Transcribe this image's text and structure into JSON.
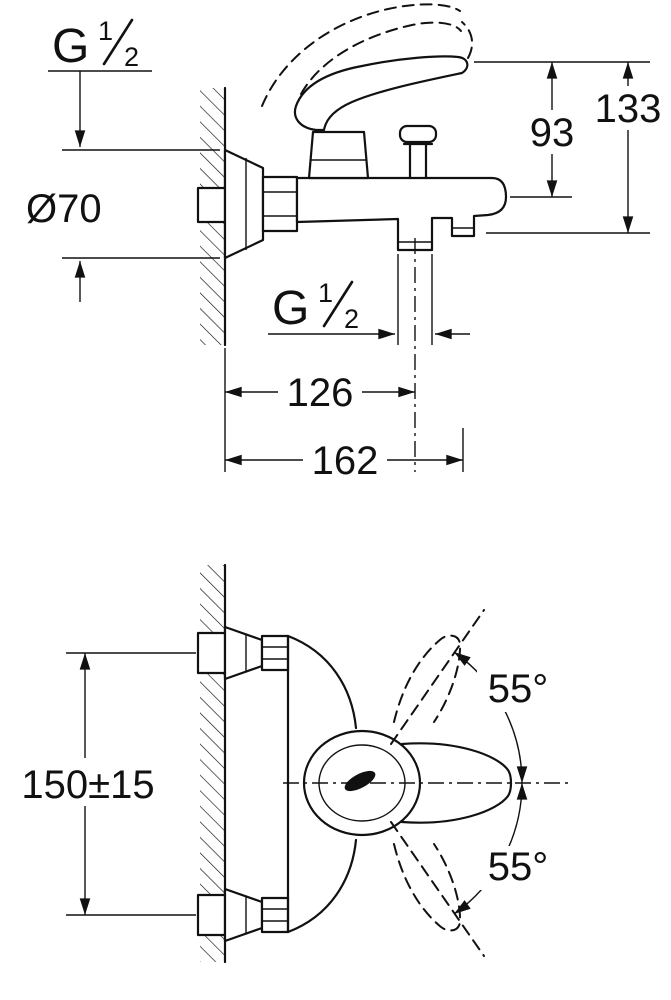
{
  "colors": {
    "line": "#111111",
    "background": "#ffffff"
  },
  "side_view": {
    "inlet_thread": {
      "prefix": "G",
      "numerator": "1",
      "denominator": "2"
    },
    "escutcheon_diameter": "Ø70",
    "handle_height": "93",
    "total_height": "133",
    "outlet_thread": {
      "prefix": "G",
      "numerator": "1",
      "denominator": "2"
    },
    "projection_to_shower_outlet": "126",
    "total_projection": "162"
  },
  "front_view": {
    "connection_spacing": "150±15",
    "handle_swing_upper": "55°",
    "handle_swing_lower": "55°"
  }
}
